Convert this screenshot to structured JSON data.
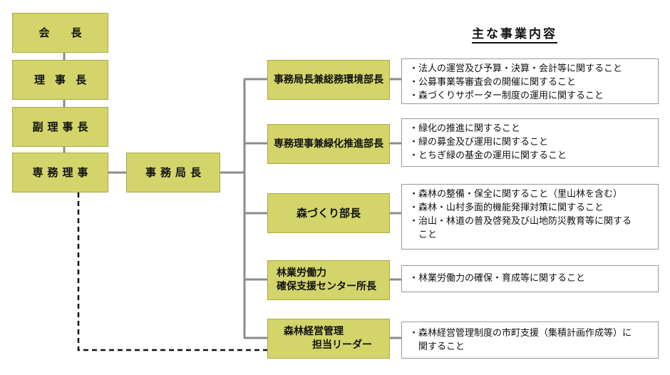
{
  "heading": "主な事業内容",
  "leadership": {
    "kaicho": "会　　長",
    "rijicho": "理事長",
    "fuku_rijicho": "副理事長",
    "senmu_riji": "専務理事"
  },
  "secretariat": "事務局長",
  "departments": [
    {
      "name_lines": [
        "事務局長兼総務環境部長"
      ],
      "duties": [
        "・法人の運営及び予算・決算・会計等に関すること",
        "・公募事業等審査会の開催に関すること",
        "・森づくりサポーター制度の運用に関すること"
      ]
    },
    {
      "name_lines": [
        "専務理事兼緑化推進部長"
      ],
      "duties": [
        "・緑化の推進に関すること",
        "・緑の募金及び運用に関すること",
        "・とちぎ緑の基金の運用に関すること"
      ]
    },
    {
      "name_lines": [
        "森づくり部長"
      ],
      "duties": [
        "・森林の整備・保全に関すること（里山林を含む）",
        "・森林・山村多面的機能発揮対策に関すること",
        "・治山・林道の普及啓発及び山地防災教育等に関する",
        "　こと"
      ]
    },
    {
      "name_lines": [
        "林業労働力",
        "確保支援センター所長"
      ],
      "duties": [
        "・林業労働力の確保・育成等に関すること"
      ]
    },
    {
      "name_lines": [
        "森林経営管理",
        "担当リーダー"
      ],
      "duties": [
        "・森林経営管理制度の市町支援（集積計画作成等）に",
        "　関すること"
      ]
    }
  ],
  "colors": {
    "box_fill": "#d3d56b",
    "box_border": "#a9ab45",
    "connector": "#8c8c8c",
    "dashed": "#111111"
  }
}
